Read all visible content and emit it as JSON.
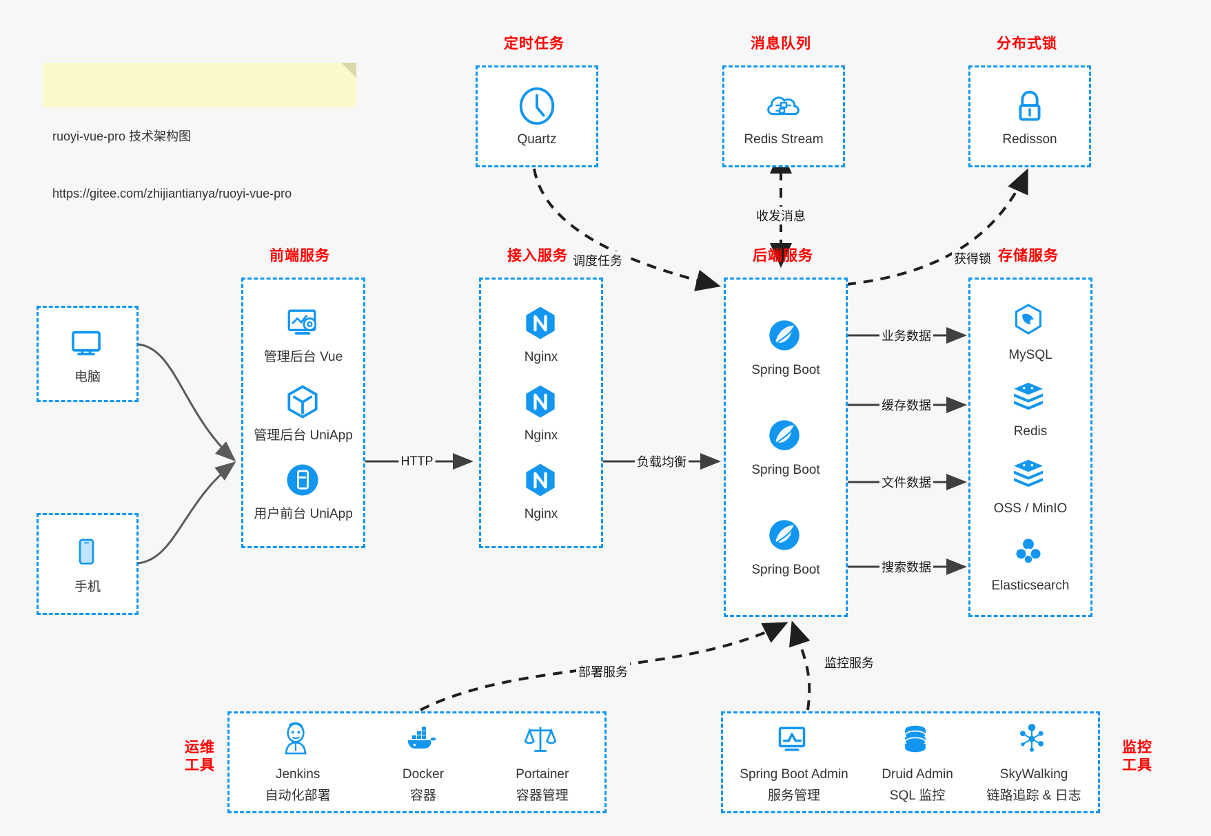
{
  "note": {
    "line1": "ruoyi-vue-pro 技术架构图",
    "line2": "https://gitee.com/zhijiantianya/ruoyi-vue-pro"
  },
  "groups": {
    "scheduled_task": "定时任务",
    "message_queue": "消息队列",
    "distributed_lock": "分布式锁",
    "frontend_service": "前端服务",
    "gateway_service": "接入服务",
    "backend_service": "后端服务",
    "storage_service": "存储服务",
    "devops_tools_line1": "运维",
    "devops_tools_line2": "工具",
    "monitor_tools_line1": "监控",
    "monitor_tools_line2": "工具"
  },
  "clients": [
    {
      "label": "电脑",
      "icon": "desktop-icon"
    },
    {
      "label": "手机",
      "icon": "phone-icon"
    }
  ],
  "top_boxes": [
    {
      "label": "Quartz",
      "icon": "clock-icon"
    },
    {
      "label": "Redis Stream",
      "icon": "cloud-stream-icon"
    },
    {
      "label": "Redisson",
      "icon": "padlock-icon"
    }
  ],
  "frontend": [
    {
      "label": "管理后台 Vue",
      "icon": "dashboard-gear-icon"
    },
    {
      "label": "管理后台 UniApp",
      "icon": "cube-icon"
    },
    {
      "label": "用户前台 UniApp",
      "icon": "mobile-app-icon"
    }
  ],
  "gateway": [
    {
      "label": "Nginx",
      "icon": "nginx-icon"
    },
    {
      "label": "Nginx",
      "icon": "nginx-icon"
    },
    {
      "label": "Nginx",
      "icon": "nginx-icon"
    }
  ],
  "backend": [
    {
      "label": "Spring Boot",
      "icon": "spring-boot-icon"
    },
    {
      "label": "Spring Boot",
      "icon": "spring-boot-icon"
    },
    {
      "label": "Spring Boot",
      "icon": "spring-boot-icon"
    }
  ],
  "storage": [
    {
      "label": "MySQL",
      "icon": "mysql-icon"
    },
    {
      "label": "Redis",
      "icon": "redis-icon"
    },
    {
      "label": "OSS / MinIO",
      "icon": "oss-minio-icon"
    },
    {
      "label": "Elasticsearch",
      "icon": "elasticsearch-icon"
    }
  ],
  "devops": [
    {
      "label": "Jenkins",
      "sub": "自动化部署",
      "icon": "jenkins-icon"
    },
    {
      "label": "Docker",
      "sub": "容器",
      "icon": "docker-icon"
    },
    {
      "label": "Portainer",
      "sub": "容器管理",
      "icon": "portainer-icon"
    }
  ],
  "monitoring": [
    {
      "label": "Spring Boot Admin",
      "sub": "服务管理",
      "icon": "monitor-chart-icon"
    },
    {
      "label": "Druid Admin",
      "sub": "SQL 监控",
      "icon": "database-icon"
    },
    {
      "label": "SkyWalking",
      "sub": "链路追踪 & 日志",
      "icon": "skywalking-icon"
    }
  ],
  "edges": {
    "http": "HTTP",
    "load_balance": "负载均衡",
    "schedule_task": "调度任务",
    "send_receive_message": "收发消息",
    "acquire_lock": "获得锁",
    "business_data": "业务数据",
    "cache_data": "缓存数据",
    "file_data": "文件数据",
    "search_data": "搜索数据",
    "deploy_service": "部署服务",
    "monitor_service": "监控服务"
  },
  "colors": {
    "accent_blue": "#1296f0",
    "title_red": "#ff0000",
    "note_yellow": "#fbf8cc",
    "background": "#f7f7f7",
    "text": "#333333",
    "connector": "#4d4d4d"
  }
}
